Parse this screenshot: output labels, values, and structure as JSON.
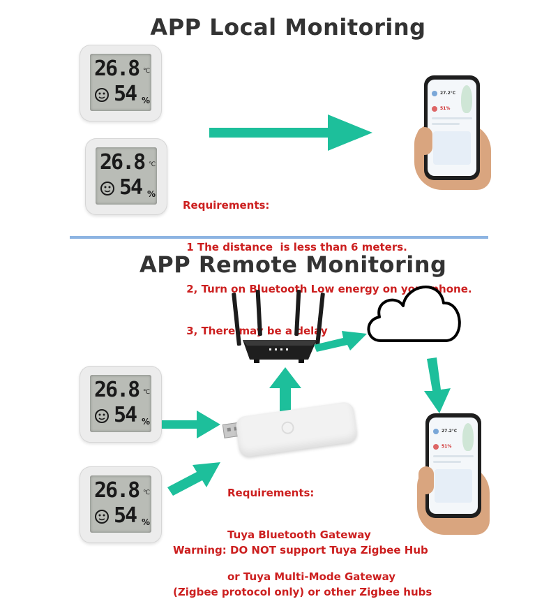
{
  "local": {
    "title": "APP Local  Monitoring",
    "requirements": {
      "heading": "Requirements:",
      "items": [
        " 1 The distance  is less than 6 meters.",
        " 2, Turn on Bluetooth Low energy on your phone.",
        " 3, There may be a delay"
      ]
    }
  },
  "remote": {
    "title": "APP Remote Monitoring",
    "requirements": {
      "heading": "Requirements:",
      "items": [
        "Tuya Bluetooth Gateway",
        "or Tuya Multi-Mode Gateway"
      ]
    },
    "warning": [
      "Warning: DO NOT support Tuya Zigbee Hub",
      "(Zigbee protocol only) or other Zigbee hubs"
    ]
  },
  "device": {
    "temperature": "26.8",
    "temperature_unit": "℃",
    "humidity": "54",
    "humidity_unit": "%"
  },
  "phone": {
    "temperature": "27.2°C",
    "humidity": "51%"
  },
  "colors": {
    "arrow": "#1dbf9b",
    "requirement_text": "#cc1f1f",
    "divider": "#8db4e2",
    "title": "#333333"
  },
  "icons": [
    "thermometer-hygrometer-device",
    "smartphone",
    "wifi-router",
    "cloud",
    "usb-gateway",
    "arrow"
  ]
}
